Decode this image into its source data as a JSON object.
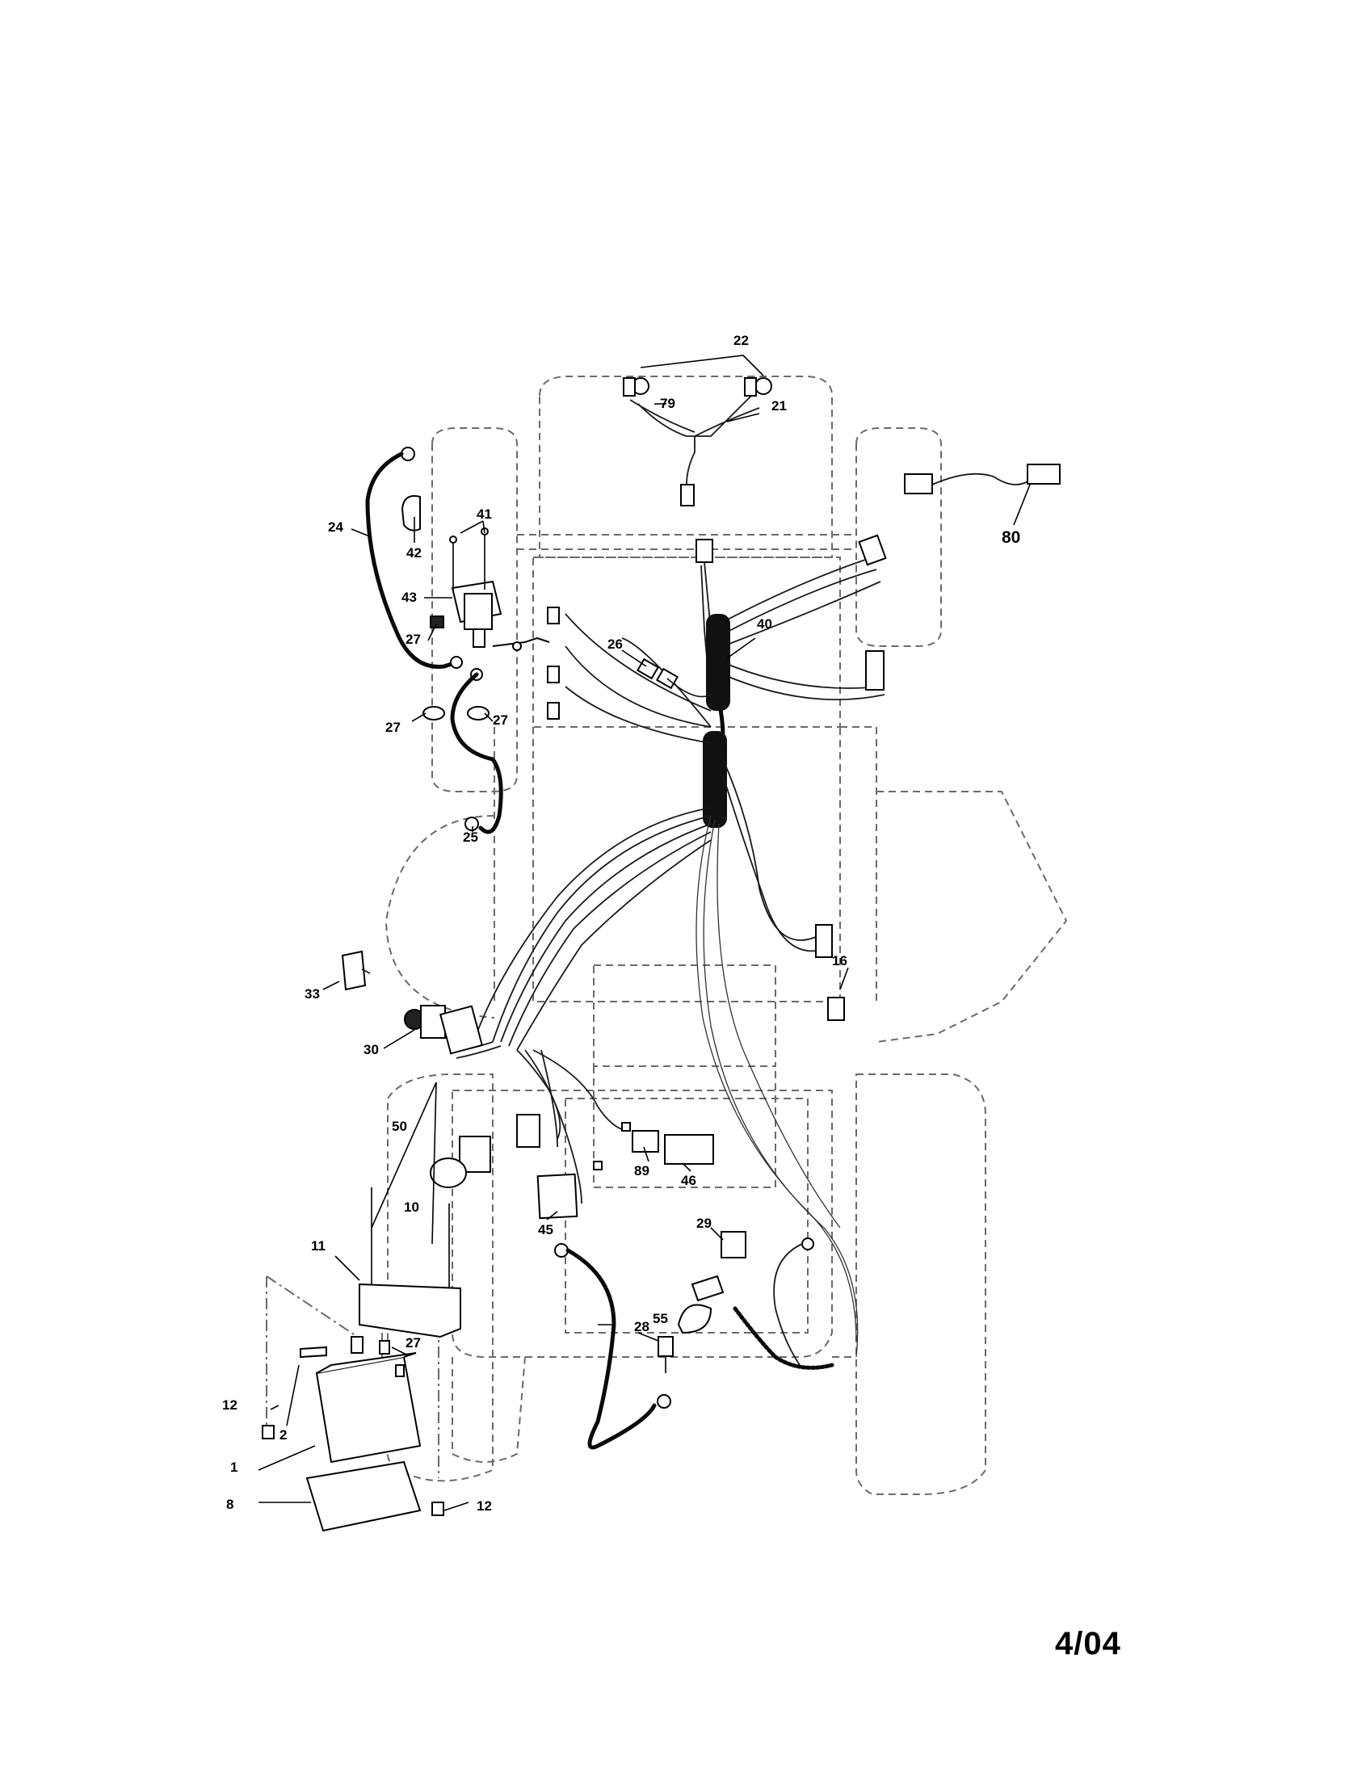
{
  "callouts": {
    "c1": "1",
    "c2": "2",
    "c8": "8",
    "c10": "10",
    "c11": "11",
    "c12a": "12",
    "c12b": "12",
    "c16": "16",
    "c21": "21",
    "c22": "22",
    "c24": "24",
    "c25": "25",
    "c26": "26",
    "c27a": "27",
    "c27b": "27",
    "c27c": "27",
    "c27d": "27",
    "c28": "28",
    "c29": "29",
    "c30": "30",
    "c33": "33",
    "c40": "40",
    "c41": "41",
    "c42": "42",
    "c43": "43",
    "c45": "45",
    "c46": "46",
    "c50": "50",
    "c55": "55",
    "c79": "79",
    "c80": "80",
    "c89": "89"
  },
  "date_code": "4/04"
}
